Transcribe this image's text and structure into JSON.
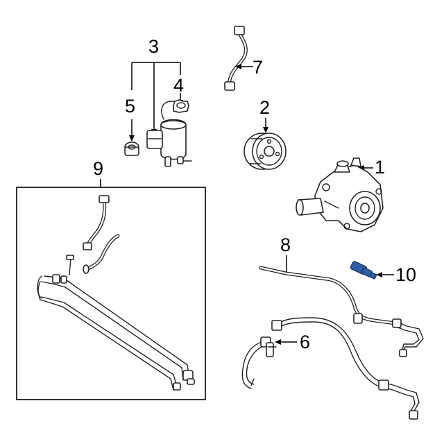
{
  "diagram": {
    "callouts": [
      {
        "id": "1",
        "text": "1"
      },
      {
        "id": "2",
        "text": "2"
      },
      {
        "id": "3",
        "text": "3"
      },
      {
        "id": "4",
        "text": "4"
      },
      {
        "id": "5",
        "text": "5"
      },
      {
        "id": "6",
        "text": "6"
      },
      {
        "id": "7",
        "text": "7"
      },
      {
        "id": "8",
        "text": "8"
      },
      {
        "id": "9",
        "text": "9"
      },
      {
        "id": "10",
        "text": "10"
      }
    ],
    "colors": {
      "line": "#222222",
      "highlight_part": "#2f5fa8",
      "background": "#ffffff"
    }
  }
}
